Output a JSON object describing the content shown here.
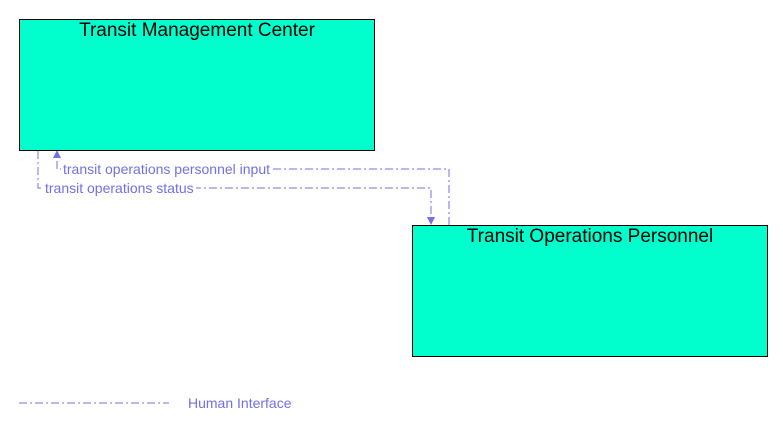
{
  "nodes": {
    "tmc": {
      "label": "Transit Management Center"
    },
    "top": {
      "label": "Transit Operations Personnel"
    }
  },
  "flows": [
    {
      "label": "transit operations personnel input",
      "from": "Transit Operations Personnel",
      "to": "Transit Management Center"
    },
    {
      "label": "transit operations status",
      "from": "Transit Management Center",
      "to": "Transit Operations Personnel"
    }
  ],
  "legend": {
    "label": "Human Interface"
  },
  "colors": {
    "box_fill": "#00ffcc",
    "flow_line": "#7070e8"
  }
}
